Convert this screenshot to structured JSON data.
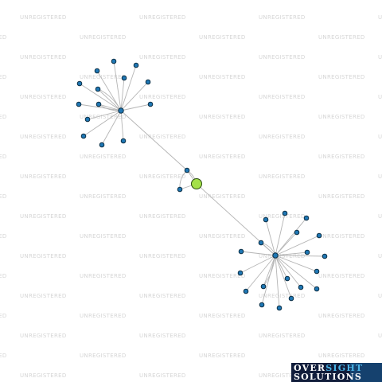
{
  "watermark": {
    "text": "UNREGISTERED"
  },
  "graph": {
    "colors": {
      "edge": "#b5b5b5",
      "node_fill": "#1f77b4",
      "node_stroke": "#0d2f45",
      "focus_fill": "#a4e04a",
      "focus_stroke": "#2b4d12"
    },
    "focus_node": {
      "kind": "focus"
    }
  },
  "logo": {
    "line1_a": "OVER",
    "line1_b": "SIGHT",
    "line2": "SOLUTIONS",
    "colors": {
      "bg": "#111d3b",
      "accent": "#49b3e6",
      "text": "#ffffff"
    }
  }
}
